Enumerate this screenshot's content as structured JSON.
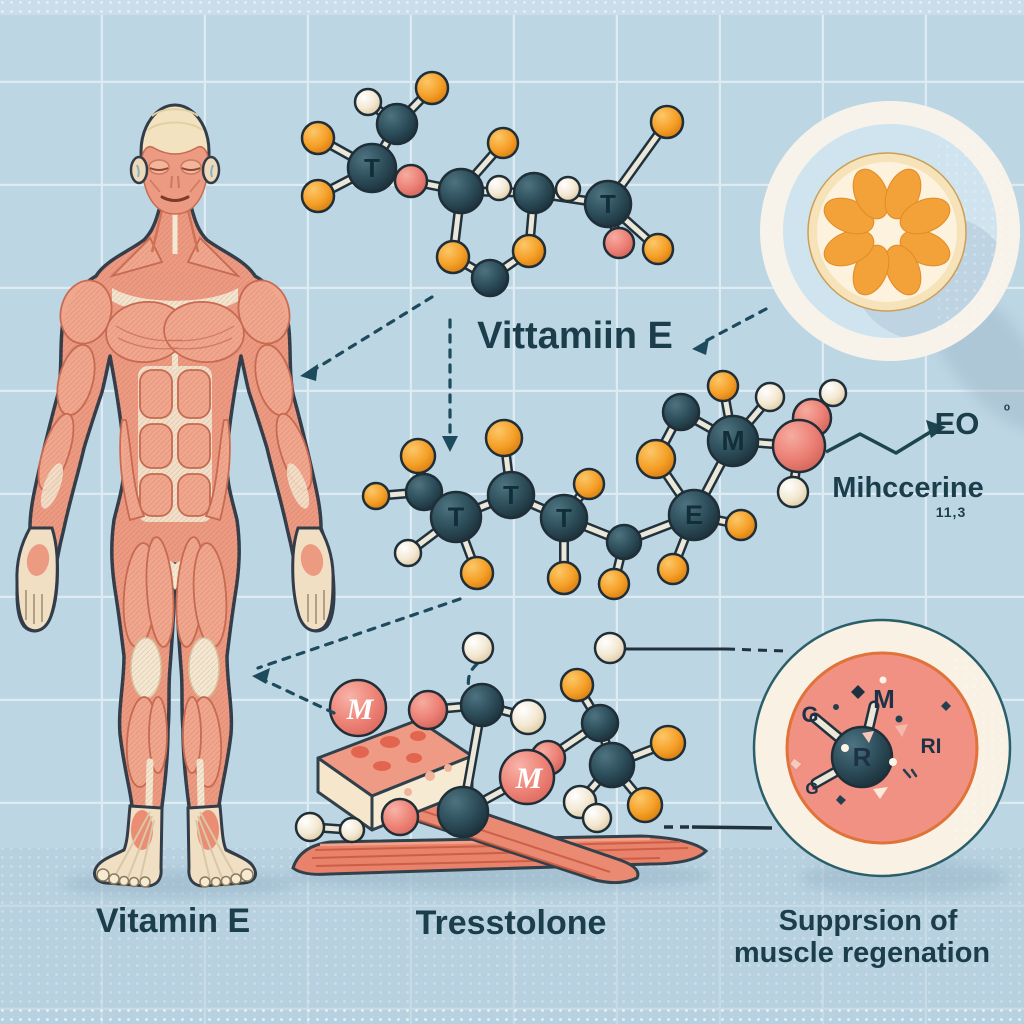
{
  "title_labels": {
    "molecule_top": "Vittamiin E",
    "figure": "Vitamin E",
    "molecule_bottom": "Tresstolone",
    "suppression_line1": "Supprsion of",
    "suppression_line2": "muscle regenation",
    "side_label": "Mihccerine",
    "side_sublabel": "11,3",
    "eo_label": "EO",
    "eo_superscript": "ᵒ"
  },
  "atom_labels": {
    "top_t1": "T",
    "top_t2": "T",
    "mid_t1": "T",
    "mid_t2": "T",
    "mid_t3": "T",
    "mid_e": "E",
    "mid_m": "M",
    "pink_m_left": "M",
    "pink_m_right": "M",
    "inset_center": "R",
    "inset_g_upper": "G",
    "inset_m": "M",
    "inset_ri": "RI",
    "inset_g_lower": "G"
  },
  "colors": {
    "background": "#bcd6e4",
    "atom_teal": "#2e4f5c",
    "atom_orange": "#f5a028",
    "atom_cream": "#f3e8d2",
    "atom_red": "#ec8076",
    "muscle": "#ec9a82",
    "tendon_cream": "#f3e9d2",
    "label_text": "#1b3d4c",
    "arrow": "#1d4a5c",
    "inset_pink": "#f19184",
    "inset_ring_orange": "#e0743a",
    "orange_slice": "#f09a2e"
  }
}
